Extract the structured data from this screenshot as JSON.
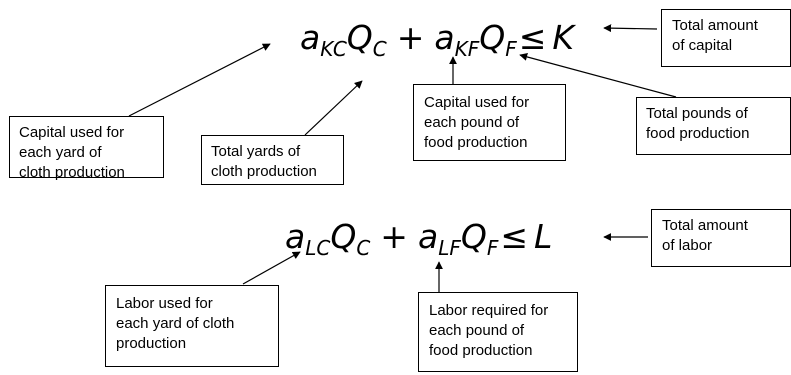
{
  "equations": {
    "capital": {
      "t1_coef": "a",
      "t1_coef_sub": "KC",
      "t1_var": "Q",
      "t1_var_sub": "C",
      "plus": "+",
      "t2_coef": "a",
      "t2_coef_sub": "KF",
      "t2_var": "Q",
      "t2_var_sub": "F",
      "relation": "≤",
      "rhs": "K"
    },
    "labor": {
      "t1_coef": "a",
      "t1_coef_sub": "LC",
      "t1_var": "Q",
      "t1_var_sub": "C",
      "plus": "+",
      "t2_coef": "a",
      "t2_coef_sub": "LF",
      "t2_var": "Q",
      "t2_var_sub": "F",
      "relation": "≤",
      "rhs": "L"
    }
  },
  "labels": {
    "total_capital": [
      "Total amount",
      "of  capital"
    ],
    "capital_per_cloth": [
      "Capital used for",
      "each yard of",
      "cloth production"
    ],
    "total_cloth": [
      "Total yards of",
      "cloth production"
    ],
    "capital_per_food": [
      "Capital used for",
      "each pound of",
      "food production"
    ],
    "total_food": [
      "Total pounds of",
      "food production"
    ],
    "total_labor": [
      "Total amount",
      "of labor"
    ],
    "labor_per_cloth": [
      "Labor used for",
      "each yard of cloth",
      "production"
    ],
    "labor_per_food": [
      "Labor required for",
      "each pound of",
      "food production"
    ]
  }
}
